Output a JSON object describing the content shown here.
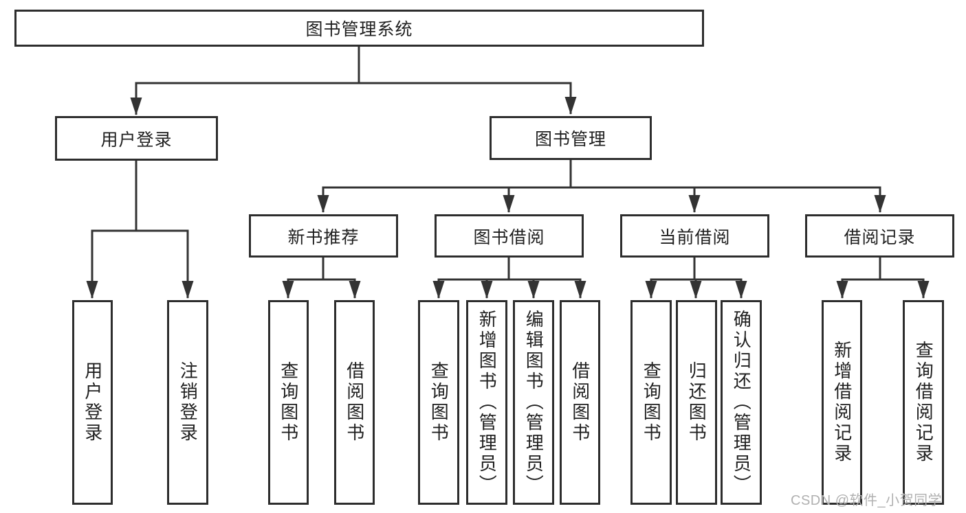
{
  "tree": {
    "label": "图书管理系统",
    "children": [
      {
        "label": "用户登录",
        "children": [
          {
            "label": "用户登录"
          },
          {
            "label": "注销登录"
          }
        ]
      },
      {
        "label": "图书管理",
        "children": [
          {
            "label": "新书推荐",
            "children": [
              {
                "label": "查询图书"
              },
              {
                "label": "借阅图书"
              }
            ]
          },
          {
            "label": "图书借阅",
            "children": [
              {
                "label": "查询图书"
              },
              {
                "label": "新增图书（管理员）"
              },
              {
                "label": "编辑图书（管理员）"
              },
              {
                "label": "借阅图书"
              }
            ]
          },
          {
            "label": "当前借阅",
            "children": [
              {
                "label": "查询图书"
              },
              {
                "label": "归还图书"
              },
              {
                "label": "确认归还（管理员）"
              }
            ]
          },
          {
            "label": "借阅记录",
            "children": [
              {
                "label": "新增借阅记录"
              },
              {
                "label": "查询借阅记录"
              }
            ]
          }
        ]
      }
    ]
  },
  "watermark": "CSDN @软件_小贺同学",
  "colors": {
    "line": "#333333",
    "box_border": "#2d2d2d",
    "text": "#1f1f1f",
    "watermark": "#b0b0b0",
    "background": "#ffffff"
  }
}
